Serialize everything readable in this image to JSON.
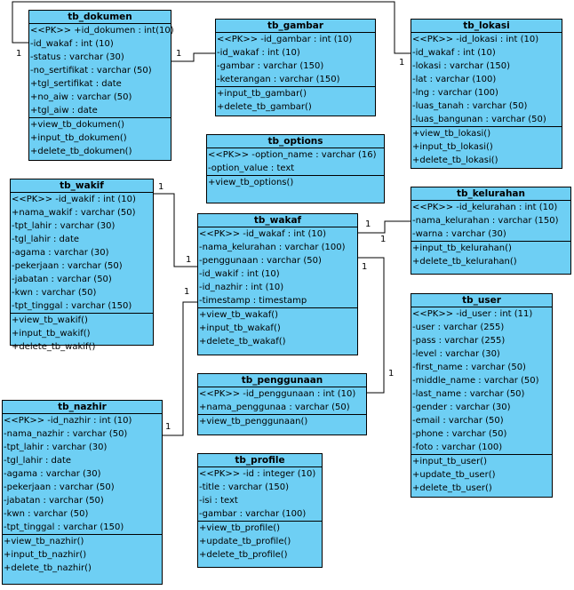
{
  "classes": {
    "tb_dokumen": {
      "name": "tb_dokumen",
      "attributes": [
        "<<PK>> +id_dokumen : int(10)",
        "-id_wakaf : int (10)",
        "-status : varchar (30)",
        "-no_sertifikat : varchar (50)",
        "+tgl_sertifikat : date",
        "+no_aiw : varchar (50)",
        "+tgl_aiw : date"
      ],
      "methods": [
        "+view_tb_dokumen()",
        "+input_tb_dokumen()",
        "+delete_tb_dokumen()"
      ]
    },
    "tb_gambar": {
      "name": "tb_gambar",
      "attributes": [
        "<<PK>> -id_gambar : int (10)",
        "-id_wakaf : int (10)",
        "-gambar : varchar (150)",
        "-keterangan : varchar (150)"
      ],
      "methods": [
        "+input_tb_gambar()",
        "+delete_tb_gambar()"
      ]
    },
    "tb_lokasi": {
      "name": "tb_lokasi",
      "attributes": [
        "<<PK>> -id_lokasi : int (10)",
        "-id_wakaf : int (10)",
        "-lokasi : varchar (150)",
        "-lat : varchar (100)",
        "-lng : varchar (100)",
        "-luas_tanah : varchar (50)",
        "-luas_bangunan : varchar (50)"
      ],
      "methods": [
        "+view_tb_lokasi()",
        "+input_tb_lokasi()",
        "+delete_tb_lokasi()"
      ]
    },
    "tb_options": {
      "name": "tb_options",
      "attributes": [
        "<<PK>> -option_name : varchar (16)",
        "-option_value : text"
      ],
      "methods": [
        "+view_tb_options()"
      ]
    },
    "tb_wakif": {
      "name": "tb_wakif",
      "attributes": [
        "<<PK>> -id_wakif : int (10)",
        "+nama_wakif : varchar (50)",
        "-tpt_lahir : varchar (30)",
        "-tgl_lahir : date",
        "-agama : varchar (30)",
        "-pekerjaan : varchar (50)",
        "-jabatan : varchar (50)",
        "-kwn : varchar (50)",
        "-tpt_tinggal : varchar (150)"
      ],
      "methods": [
        "+view_tb_wakif()",
        "+input_tb_wakif()",
        "+delete_tb_wakif()"
      ]
    },
    "tb_kelurahan": {
      "name": "tb_kelurahan",
      "attributes": [
        "<<PK>> -id_kelurahan : int (10)",
        "-nama_kelurahan : varchar (150)",
        "-warna : varchar (30)"
      ],
      "methods": [
        "+input_tb_kelurahan()",
        "+delete_tb_kelurahan()"
      ]
    },
    "tb_wakaf": {
      "name": "tb_wakaf",
      "attributes": [
        "<<PK>> -id_wakaf : int (10)",
        "-nama_kelurahan : varchar (100)",
        "-penggunaan : varchar (50)",
        "-id_wakif : int (10)",
        "-id_nazhir : int (10)",
        "-timestamp : timestamp"
      ],
      "methods": [
        "+view_tb_wakaf()",
        "+input_tb_wakaf()",
        "+delete_tb_wakaf()"
      ]
    },
    "tb_user": {
      "name": "tb_user",
      "attributes": [
        "<<PK>> -id_user : int (11)",
        "-user : varchar (255)",
        "-pass : varchar (255)",
        "-level : varchar (30)",
        "-first_name : varchar (50)",
        "-middle_name : varchar (50)",
        "-last_name : varchar (50)",
        "-gender : varchar (30)",
        "-email : varchar (50)",
        "-phone : varchar (50)",
        "-foto : varchar (100)"
      ],
      "methods": [
        "+input_tb_user()",
        "+update_tb_user()",
        "+delete_tb_user()"
      ]
    },
    "tb_penggunaan": {
      "name": "tb_penggunaan",
      "attributes": [
        "<<PK>> -id_penggunaan : int (10)",
        "+nama_penggunaa : varchar (50)"
      ],
      "methods": [
        "+view_tb_penggunaan()"
      ]
    },
    "tb_nazhir": {
      "name": "tb_nazhir",
      "attributes": [
        "<<PK>> -id_nazhir : int (10)",
        "-nama_nazhir : varchar (50)",
        "-tpt_lahir : varchar (30)",
        "-tgl_lahir : date",
        "-agama : varchar (30)",
        "-pekerjaan : varchar (50)",
        "-jabatan : varchar (50)",
        "-kwn : varchar (50)",
        "-tpt_tinggal : varchar (150)"
      ],
      "methods": [
        "+view_tb_nazhir()",
        "+input_tb_nazhir()",
        "+delete_tb_nazhir()"
      ]
    },
    "tb_profile": {
      "name": "tb_profile",
      "attributes": [
        "<<PK>> -id : integer (10)",
        "-title : varchar (150)",
        "-isi : text",
        "-gambar : varchar (100)"
      ],
      "methods": [
        "+view_tb_profile()",
        "+update_tb_profile()",
        "+delete_tb_profile()"
      ]
    }
  },
  "multiplicities": {
    "dokumen_left": "1",
    "gambar_left": "1",
    "lokasi_left": "1",
    "wakif_right": "1",
    "wakaf_wakif": "1",
    "wakaf_kelurahan": "1",
    "kelurahan_left": "1",
    "wakaf_penggunaan": "1",
    "penggunaan_right": "1",
    "wakaf_nazhir": "1",
    "nazhir_right": "1"
  },
  "colors": {
    "class_fill": "#6ecff4",
    "border": "#000000"
  }
}
